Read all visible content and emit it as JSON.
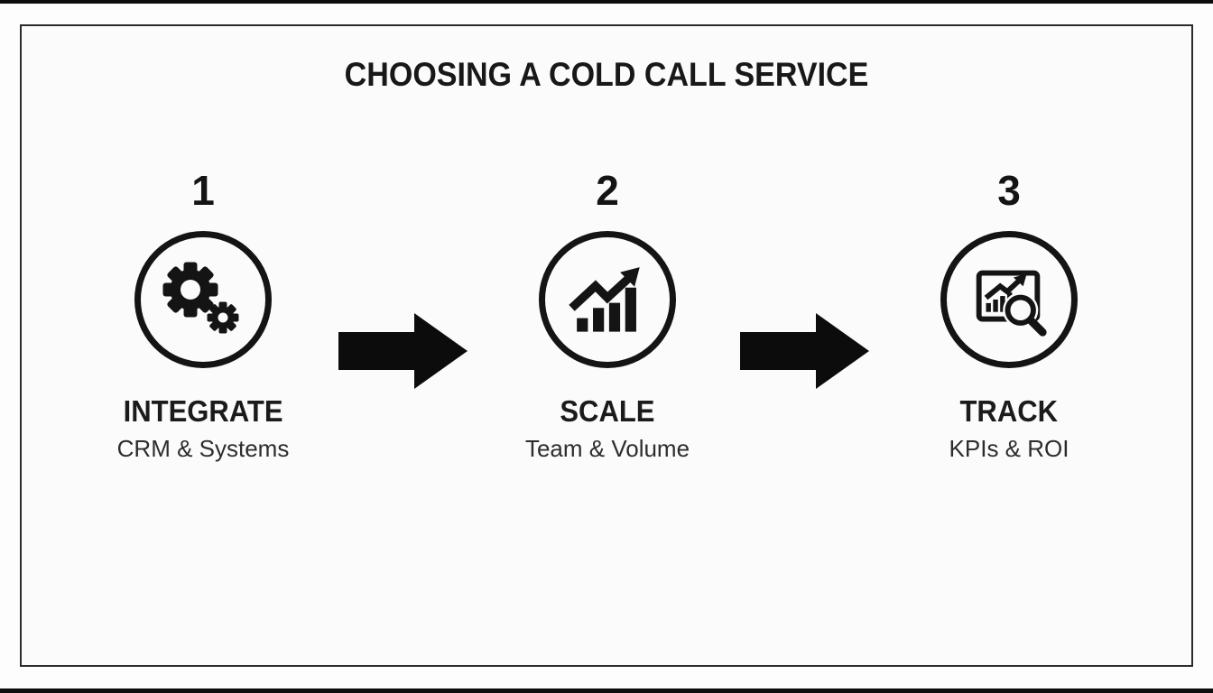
{
  "title": "CHOOSING A COLD CALL SERVICE",
  "steps": [
    {
      "number": "1",
      "icon": "gears-icon",
      "label": "INTEGRATE",
      "sublabel": "CRM & Systems"
    },
    {
      "number": "2",
      "icon": "growth-chart-icon",
      "label": "SCALE",
      "sublabel": "Team & Volume"
    },
    {
      "number": "3",
      "icon": "chart-magnifier-icon",
      "label": "TRACK",
      "sublabel": "KPIs & ROI"
    }
  ],
  "arrows": [
    {
      "direction": "right"
    },
    {
      "direction": "right"
    }
  ],
  "colors": {
    "ink": "#141414",
    "frame_border": "#2b2b2b",
    "frame_background": "#fbfbfb",
    "page_background": "#fdfdfd",
    "sublabel_text": "#2d2d2d"
  }
}
